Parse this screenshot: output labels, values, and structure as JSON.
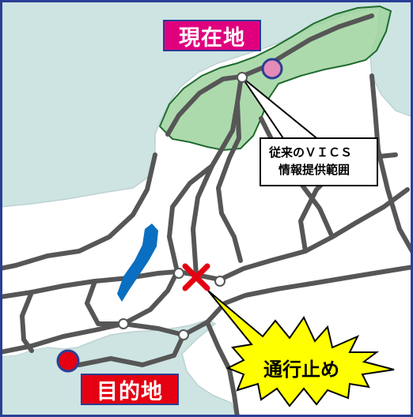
{
  "labels": {
    "current_location": "現在地",
    "destination": "目的地",
    "vics_line1": "従来のＶＩＣＳ",
    "vics_line2": "情報提供範囲",
    "road_closure": "通行止め"
  },
  "colors": {
    "sea": "#cde4e3",
    "land": "#ffffff",
    "road": "#565656",
    "lake": "#0a6fc0",
    "vics_area_fill": "#9fd39f",
    "vics_area_stroke": "#1f6b2e",
    "current_label_bg": "#e0007e",
    "destination_label_bg": "#e50012",
    "current_marker": "#e58bb8",
    "destination_marker": "#e50012",
    "closure_mark": "#e50012",
    "closure_burst": "#ffff00",
    "frame": "#2a3f94"
  },
  "icons": {
    "current_marker": "circle-marker-icon",
    "destination_marker": "circle-marker-icon",
    "closure": "x-mark-icon",
    "junction": "junction-dot-icon"
  }
}
